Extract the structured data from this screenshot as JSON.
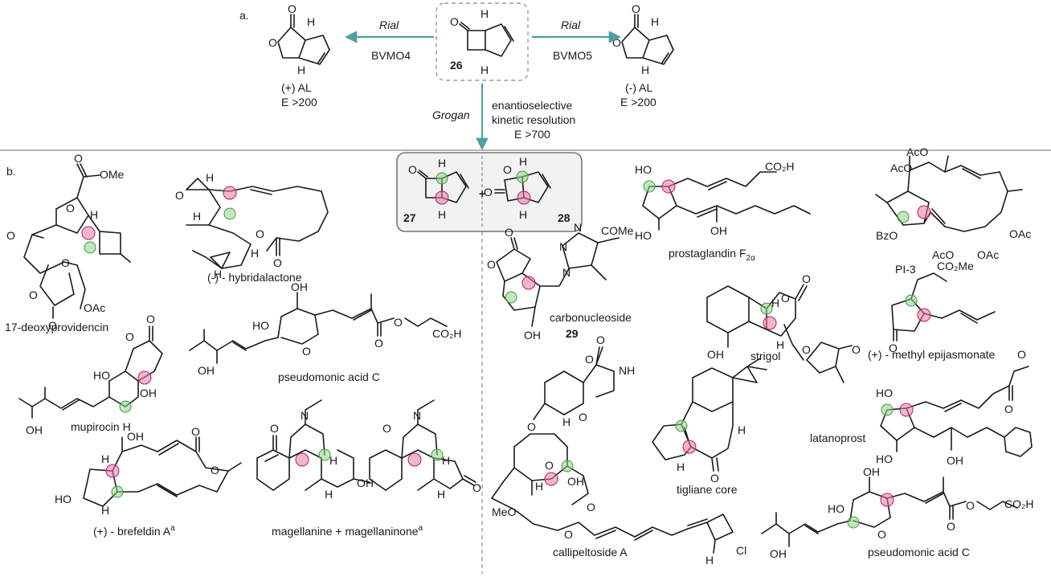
{
  "panel_a": {
    "label": "a.",
    "center_compound": "26",
    "left_reagent": "Rial",
    "left_enzyme": "BVMO4",
    "left_product": "(+) AL",
    "left_selectivity": "E >200",
    "right_reagent": "Rial",
    "right_enzyme": "BVMO5",
    "right_product": "(-) AL",
    "right_selectivity": "E >200",
    "down_reagent": "Grogan",
    "down_line1": "enantioselective",
    "down_line2": "kinetic resolution",
    "down_line3": "E >700"
  },
  "panel_b": {
    "label": "b.",
    "box_compound_1": "27",
    "box_plus": "+",
    "box_compound_2": "28"
  },
  "natural_products": {
    "deoxyprovidencin": "17-deoxyprovidencin",
    "hybridalactone": "(-) - hybridalactone",
    "pseudomonic_c_left": "pseudomonic acid C",
    "mupirocin": "mupirocin H",
    "brefeldin": "(+) - brefeldin A",
    "brefeldin_sup": "a",
    "magellanine": "magellanine + magellaninone",
    "magellanine_sup": "a",
    "carbonucleoside": "carbonucleoside",
    "carbonucleoside_num": "29",
    "prostaglandin": "prostaglandin F",
    "prostaglandin_sub": "2α",
    "pi3": "PI-3",
    "strigol": "strigol",
    "methyl_epijasmonate": "(+) - methyl epijasmonate",
    "latanoprost": "latanoprost",
    "tigliane": "tigliane core",
    "callipeltoside": "callipeltoside A",
    "pseudomonic_c_right": "pseudomonic acid C"
  },
  "atoms": {
    "H": "H",
    "O": "O",
    "OH": "OH",
    "HO": "HO",
    "OMe": "OMe",
    "OAc": "OAc",
    "AcO": "AcO",
    "CO2H": "CO₂H",
    "CO2Me": "CO₂Me",
    "COMe": "COMe",
    "BzO": "BzO",
    "MeO": "MeO",
    "N": "N",
    "NH": "NH",
    "Cl": "Cl"
  },
  "colors": {
    "arrow": "#4f9ea0",
    "highlight_pink": "#e57aa8",
    "highlight_green": "#8fd18a",
    "box_fill": "#f2f2f2"
  }
}
